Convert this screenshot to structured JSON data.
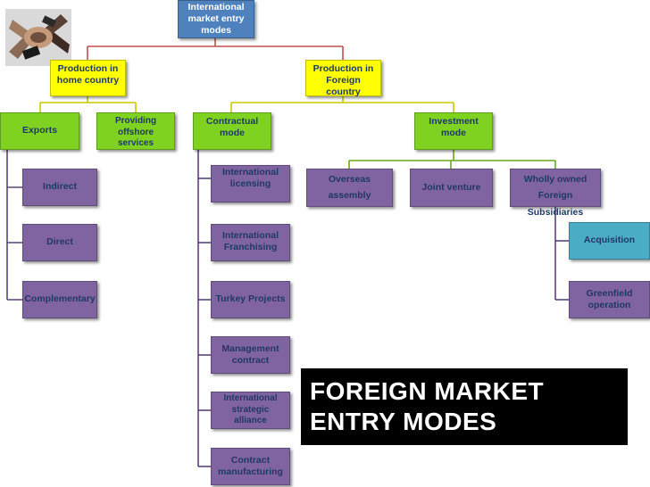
{
  "root": {
    "label": "International market entry modes"
  },
  "level1": {
    "home": "Production in home country",
    "foreign": "Production in Foreign country"
  },
  "level2": {
    "exports": "Exports",
    "offshore": "Providing offshore services",
    "contractual": "Contractual mode",
    "investment": "Investment mode"
  },
  "exports_children": [
    "Indirect",
    "Direct",
    "Complementary"
  ],
  "contractual_children": [
    "International licensing",
    "International Franchising",
    "Turkey Projects",
    "Management contract",
    "International strategic alliance",
    "Contract manufacturing"
  ],
  "investment_children": {
    "overseas": "Overseas assembly",
    "joint": "Joint venture",
    "wholly": "Wholly owned Foreign Subsidiaries"
  },
  "wholly_children": [
    "Acquisition",
    "Greenfield operation"
  ],
  "title": {
    "line1": "FOREIGN MARKET",
    "line2": "ENTRY MODES"
  },
  "colors": {
    "root": "#4f81bd",
    "level1": "#ffff00",
    "level2": "#7fd320",
    "leaf": "#8064a2",
    "acquisition": "#4bacc6",
    "title_bg": "#000000"
  },
  "images": {
    "corner_photo": "hands-clasped-photo"
  }
}
